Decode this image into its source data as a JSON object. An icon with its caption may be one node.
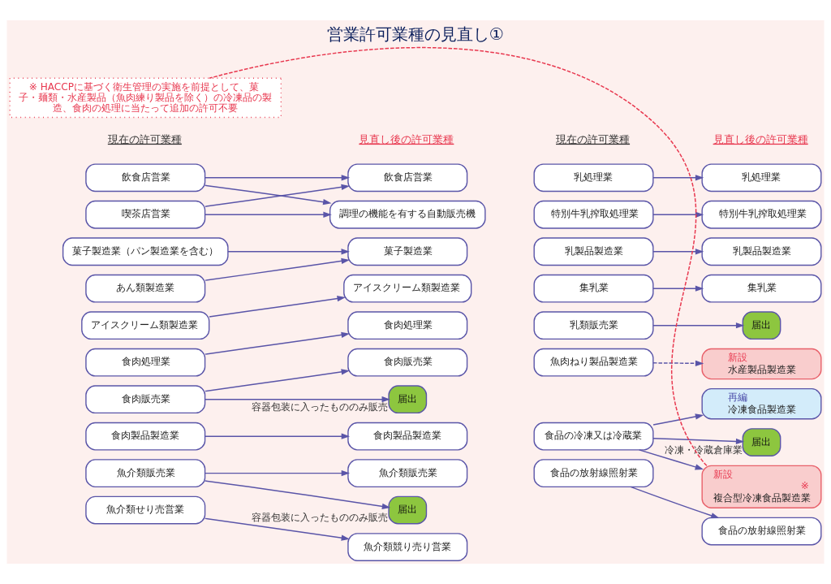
{
  "diagram": {
    "title": "営業許可業種の見直し①",
    "nodes": [
      {
        "text": [
          "飲食店営業"
        ]
      },
      {
        "text": [
          "飲食店営業"
        ]
      },
      {
        "text": [
          "喫茶店営業"
        ]
      },
      {
        "text": [
          "調理の機能を有する自動販売機"
        ]
      },
      {
        "text": [
          "菓子製造業（パン製造業を含む）"
        ]
      },
      {
        "text": [
          "菓子製造業"
        ]
      },
      {
        "text": [
          "あん類製造業"
        ]
      },
      {
        "text": [
          "アイスクリーム類製造業"
        ]
      },
      {
        "text": [
          "アイスクリーム類製造業"
        ]
      },
      {
        "text": [
          "食肉処理業"
        ]
      },
      {
        "text": [
          "食肉処理業"
        ]
      },
      {
        "text": [
          "食肉販売業"
        ]
      },
      {
        "text": [
          "食肉販売業"
        ]
      },
      {
        "text": [
          "届出"
        ],
        "beside": [
          "容器包装に入ったもののみ販売"
        ]
      },
      {
        "text": [
          "食肉製品製造業"
        ]
      },
      {
        "text": [
          "食肉製品製造業"
        ]
      },
      {
        "text": [
          "魚介類販売業"
        ]
      },
      {
        "text": [
          "魚介類販売業"
        ]
      },
      {
        "text": [
          "届出"
        ],
        "beside": [
          "容器包装に入ったもののみ販売"
        ]
      },
      {
        "text": [
          "魚介類せり売営業"
        ]
      },
      {
        "text": [
          "魚介類競り売り営業"
        ]
      },
      {
        "text": [
          "乳処理業"
        ]
      },
      {
        "text": [
          "乳処理業"
        ]
      },
      {
        "text": [
          "特別牛乳搾取処理業"
        ]
      },
      {
        "text": [
          "特別牛乳搾取処理業"
        ]
      },
      {
        "text": [
          "乳製品製造業"
        ]
      },
      {
        "text": [
          "乳製品製造業"
        ]
      },
      {
        "text": [
          "集乳業"
        ]
      },
      {
        "text": [
          "集乳業"
        ]
      },
      {
        "text": [
          "乳類販売業"
        ]
      },
      {
        "text": [
          "届出"
        ]
      },
      {
        "text": [
          "魚肉ねり製品製造業"
        ]
      },
      {
        "text": [
          "新設",
          "水産製品製造業"
        ]
      },
      {
        "text": [
          "食品の冷凍又は冷蔵業"
        ]
      },
      {
        "text": [
          "再編",
          "冷凍食品製造業"
        ]
      },
      {
        "text": [
          "届出"
        ],
        "beside": [
          "冷凍・冷蔵倉庫業"
        ]
      },
      {
        "text": [
          "新設",
          "※",
          "複合型冷凍食品製造業"
        ]
      },
      {
        "text": [
          "※ HACCPに基づく衛生管理の実施を前提として、菓子・麺類・水産製品（魚肉練り製品を除く）の冷凍品の製造、食肉の処理に当たって追加の許可不要"
        ]
      },
      {
        "text": [
          "食品の放射線照射業"
        ]
      },
      {
        "text": [
          "食品の放射線照射業"
        ]
      }
    ],
    "edges": [
      {
        "from": 0,
        "to": 1,
        "arrow": "to"
      },
      {
        "from": 0,
        "to": 3,
        "arrow": "to"
      },
      {
        "from": 2,
        "to": 1,
        "arrow": "to"
      },
      {
        "from": 2,
        "to": 3,
        "arrow": "to"
      },
      {
        "from": 4,
        "to": 5,
        "arrow": "to"
      },
      {
        "from": 6,
        "to": 5,
        "arrow": "to"
      },
      {
        "from": 7,
        "to": 8,
        "arrow": "to"
      },
      {
        "from": 9,
        "to": 10,
        "arrow": "to"
      },
      {
        "from": 11,
        "to": 12,
        "arrow": "to"
      },
      {
        "from": 11,
        "to": 13,
        "arrow": "to"
      },
      {
        "from": 14,
        "to": 15,
        "arrow": "to"
      },
      {
        "from": 16,
        "to": 17,
        "arrow": "to"
      },
      {
        "from": 16,
        "to": 18,
        "arrow": "to"
      },
      {
        "from": 19,
        "to": 20,
        "arrow": "to"
      },
      {
        "from": 21,
        "to": 22,
        "arrow": "to"
      },
      {
        "from": 23,
        "to": 24,
        "arrow": "to"
      },
      {
        "from": 25,
        "to": 26,
        "arrow": "to"
      },
      {
        "from": 27,
        "to": 28,
        "arrow": "to"
      },
      {
        "from": 29,
        "to": 30,
        "arrow": "to"
      },
      {
        "from": 31,
        "to": 32,
        "arrow": "to",
        "style": "dashed"
      },
      {
        "from": 33,
        "to": 34,
        "arrow": "to"
      },
      {
        "from": 33,
        "to": 35,
        "arrow": "to"
      },
      {
        "from": 33,
        "to": 36,
        "arrow": "to"
      },
      {
        "from": 36,
        "to": 37,
        "arrow": "none",
        "style": "dashed",
        "color": "#e8384f"
      },
      {
        "from": 38,
        "to": 39,
        "arrow": "to"
      }
    ],
    "labels": [
      "現在の許可業種",
      "見直し後の許可業種",
      "現在の許可業種",
      "見直し後の許可業種"
    ]
  }
}
